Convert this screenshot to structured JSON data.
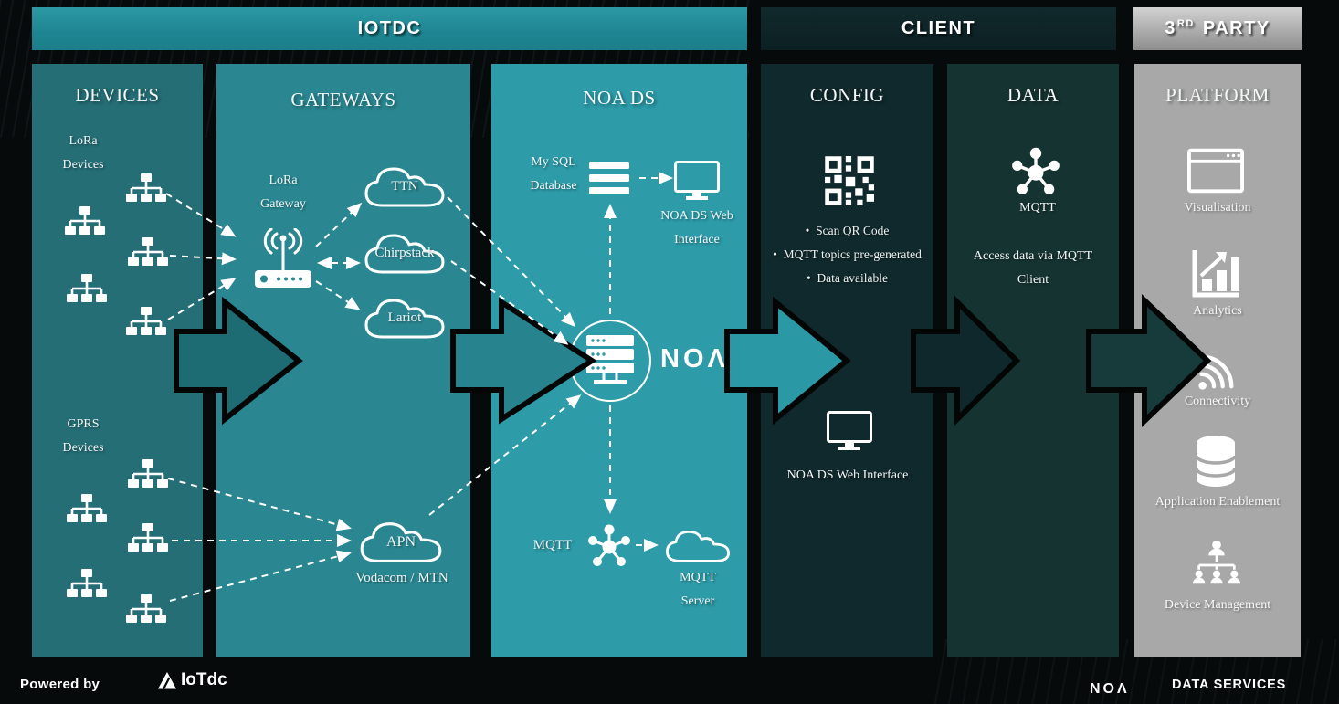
{
  "header": {
    "iotdc": "IOTDC",
    "client": "CLIENT",
    "third_party_num": "3",
    "third_party_sup": "RD",
    "third_party_rest": "PARTY"
  },
  "devices": {
    "title": "DEVICES",
    "lora_line1": "LoRa",
    "lora_line2": "Devices",
    "gprs_line1": "GPRS",
    "gprs_line2": "Devices"
  },
  "gateways": {
    "title": "GATEWAYS",
    "lora_gw_line1": "LoRa",
    "lora_gw_line2": "Gateway",
    "clouds": [
      "TTN",
      "Chirpstack",
      "Lariot"
    ],
    "apn": "APN",
    "apn_sub": "Vodacom / MTN"
  },
  "noads": {
    "title": "NOA DS",
    "mysql_line1": "My SQL",
    "mysql_line2": "Database",
    "webif_line1": "NOA DS Web",
    "webif_line2": "Interface",
    "logo": "NOΛ",
    "mqtt": "MQTT",
    "server_line1": "MQTT",
    "server_line2": "Server"
  },
  "config": {
    "title": "CONFIG",
    "bullets": [
      "Scan QR Code",
      "MQTT topics pre-generated",
      "Data available"
    ],
    "webif": "NOA DS Web Interface"
  },
  "data_col": {
    "title": "DATA",
    "mqtt": "MQTT",
    "desc_line1": "Access data via MQTT",
    "desc_line2": "Client"
  },
  "platform": {
    "title": "PLATFORM",
    "items": [
      "Visualisation",
      "Analytics",
      "Connectivity",
      "Application Enablement",
      "Device Management"
    ]
  },
  "footer": {
    "powered_by": "Powered by",
    "iotdc": "IoTdc",
    "noa": "NOΛ",
    "data_services": "DATA SERVICES"
  },
  "colors": {
    "background": "#060a0b",
    "iotdc_bar": "#1e8b97",
    "client_bar": "#0d2427",
    "third_party_bar": "#b5b5b5",
    "devices_col": "#256e76",
    "gateways_col": "#2a8791",
    "noads_col": "#2d9ba8",
    "config_col": "#10292c",
    "data_col": "#153331",
    "platform_col": "#a8a8a8",
    "icon_white": "#ffffff"
  }
}
